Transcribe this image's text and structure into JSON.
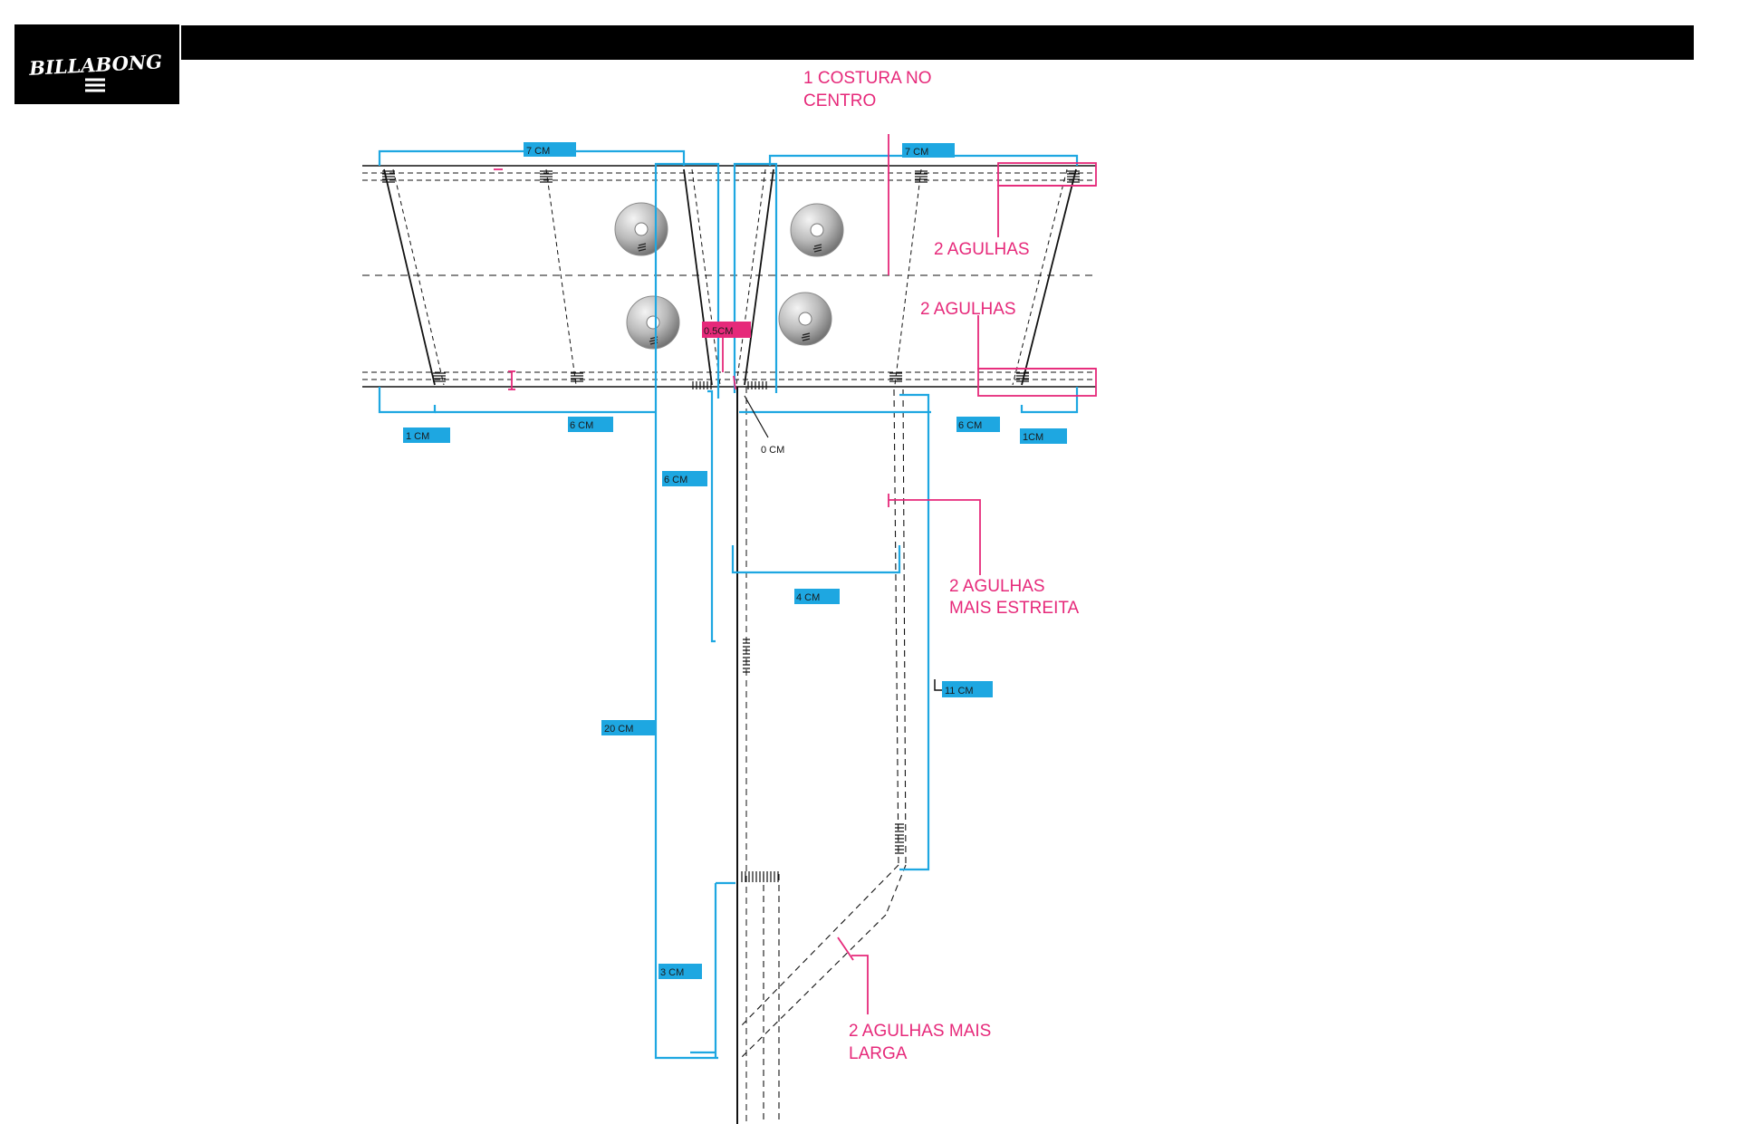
{
  "brand": {
    "logo_text": "BILLABONG"
  },
  "colors": {
    "dimension": "#1ea7e1",
    "annotation": "#e6297a",
    "stitch": "#111111",
    "header_bar": "#000000"
  },
  "dimensions": {
    "top_left_width": "7 CM",
    "top_right_width": "7 CM",
    "center_small": "0.5CM",
    "bottom_left_edge": "1 CM",
    "bottom_left_width": "6 CM",
    "zero": "0 CM",
    "bottom_right_width": "6 CM",
    "bottom_right_edge": "1CM",
    "fly_height": "6 CM",
    "fly_width": "4 CM",
    "right_height": "11 CM",
    "total_height": "20 CM",
    "bottom_height": "3 CM"
  },
  "notes": {
    "center_seam_line1": "1 COSTURA  NO",
    "center_seam_line2": "CENTRO",
    "two_needles_top": "2 AGULHAS",
    "two_needles_bottom": "2 AGULHAS",
    "narrow_line1": "2 AGULHAS",
    "narrow_line2": "MAIS ESTREITA",
    "wide_line1": "2 AGULHAS MAIS",
    "wide_line2": "LARGA"
  },
  "icons": [
    "logo-icon",
    "rivet-icon"
  ]
}
